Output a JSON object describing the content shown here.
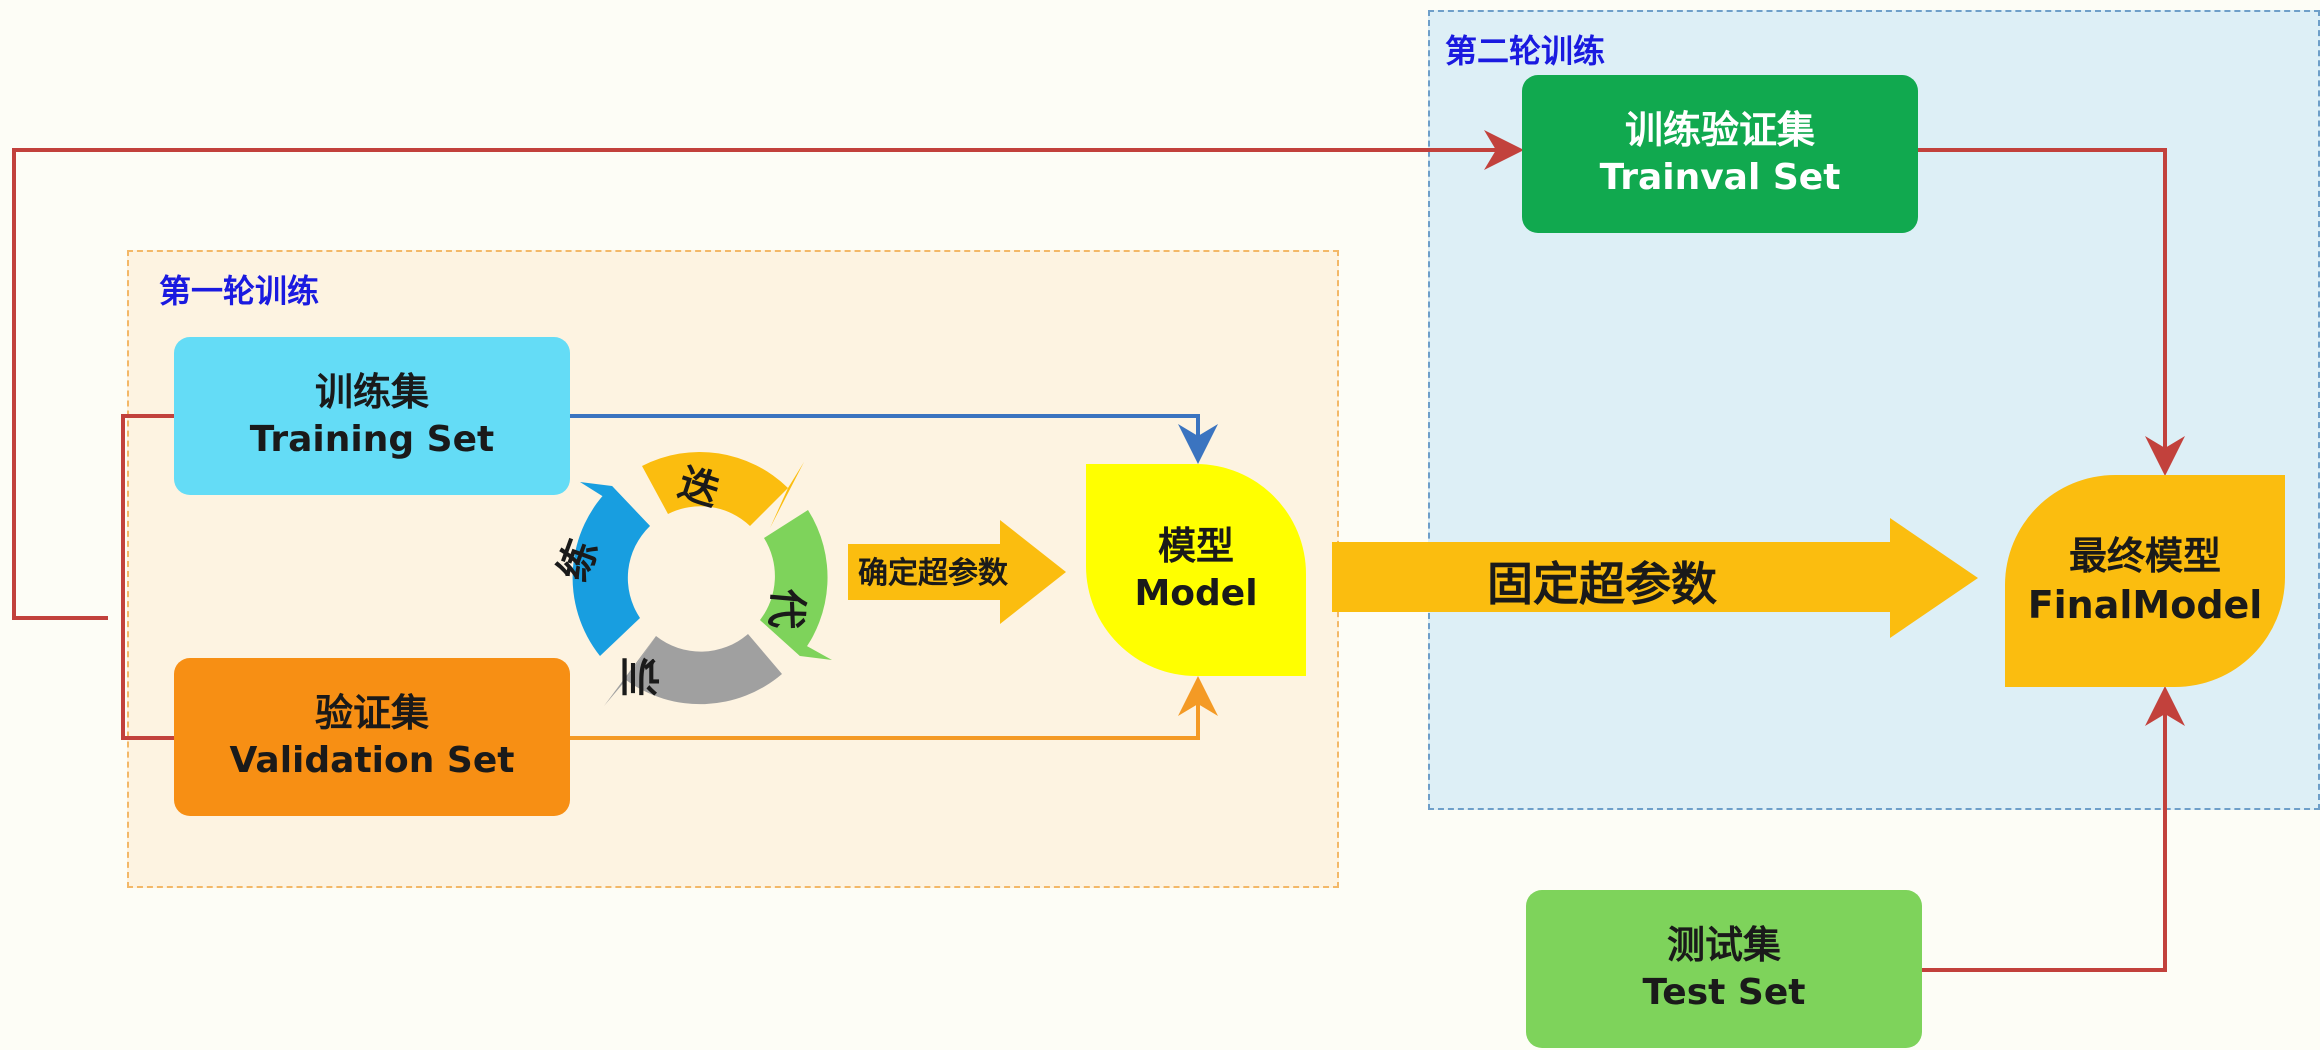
{
  "colors": {
    "training": "#64dcf6",
    "validation": "#f78f14",
    "trainval": "#11a94f",
    "test": "#7ed35b",
    "model": "#ffff00",
    "final_model": "#fbbd0f",
    "region_title": "#1a1ae0",
    "red_line": "#c2413c",
    "blue_line": "#3b74c0",
    "orange_line": "#f49a25"
  },
  "round1": {
    "title": "第一轮训练"
  },
  "round2": {
    "title": "第二轮训练"
  },
  "training_set": {
    "cn": "训练集",
    "en": "Training Set"
  },
  "validation_set": {
    "cn": "验证集",
    "en": "Validation Set"
  },
  "trainval_set": {
    "cn": "训练验证集",
    "en": "Trainval Set"
  },
  "test_set": {
    "cn": "测试集",
    "en": "Test Set"
  },
  "model": {
    "cn": "模型",
    "en": "Model"
  },
  "final_model": {
    "cn": "最终模型",
    "en": "FinalModel"
  },
  "cycle": {
    "chars": [
      "迭",
      "代",
      "训",
      "练"
    ]
  },
  "arrows": {
    "confirm_hyperparams": "确定超参数",
    "fix_hyperparams": "固定超参数"
  }
}
